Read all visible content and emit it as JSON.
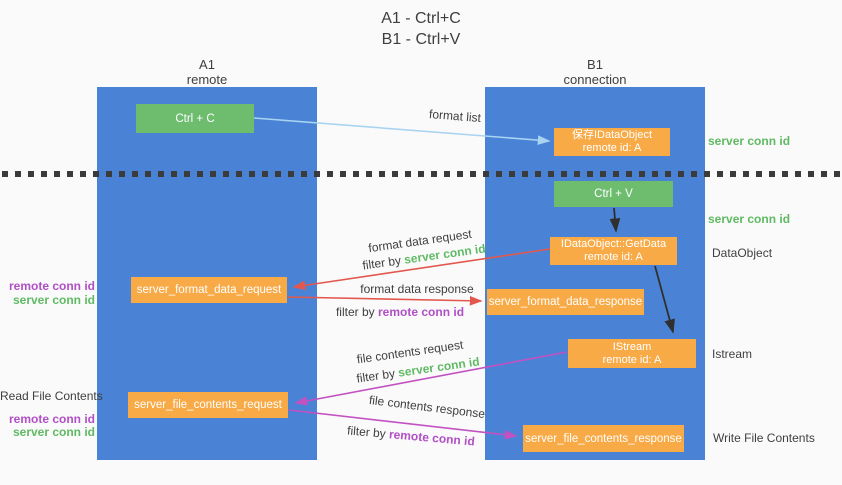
{
  "colors": {
    "background": "#fafafa",
    "lane": "#4a83d5",
    "green_box": "#6ebd6f",
    "orange_box": "#f8aa47",
    "box_text": "#ffffff",
    "text_dark": "#3f3f3f",
    "green_text": "#5fba63",
    "purple_text": "#b14fc6",
    "arrow_blue": "#a9d4f1",
    "arrow_black": "#2f2f2f",
    "arrow_red": "#e2584e",
    "arrow_magenta": "#c251c2",
    "divider": "#3b3b3b"
  },
  "title": {
    "line1": "A1 - Ctrl+C",
    "line2": "B1 - Ctrl+V"
  },
  "lanes": {
    "left": {
      "name": "A1",
      "role": "remote"
    },
    "right": {
      "name": "B1",
      "role": "connection"
    }
  },
  "nodes": {
    "ctrl_c": {
      "label": "Ctrl + C"
    },
    "save_idataobject": {
      "line1": "保存IDataObject",
      "line2": "remote id: A"
    },
    "ctrl_v": {
      "label": "Ctrl + V"
    },
    "idataobject_getdata": {
      "line1": "IDataObject::GetData",
      "line2": "remote id: A"
    },
    "server_format_data_request": {
      "label": "server_format_data_request"
    },
    "server_format_data_response": {
      "label": "server_format_data_response"
    },
    "istream": {
      "line1": "IStream",
      "line2": "remote id: A"
    },
    "server_file_contents_request": {
      "label": "server_file_contents_request"
    },
    "server_file_contents_response": {
      "label": "server_file_contents_response"
    }
  },
  "edges": {
    "format_list": {
      "label": "format list"
    },
    "format_data_request": {
      "label": "format data request",
      "filter_prefix": "filter by",
      "filter_key": "server conn id"
    },
    "format_data_response": {
      "label": "format data response",
      "filter_prefix": "filter by",
      "filter_key": "remote conn id"
    },
    "file_contents_request": {
      "label": "file contents request",
      "filter_prefix": "filter by",
      "filter_key": "server conn id"
    },
    "file_contents_response": {
      "label": "file contents response",
      "filter_prefix": "filter by",
      "filter_key": "remote conn id"
    }
  },
  "side_labels": {
    "right_server_conn_id_top": "server conn id",
    "right_server_conn_id_mid": "server conn id",
    "right_dataobject": "DataObject",
    "right_istream": "Istream",
    "right_write_file_contents": "Write File Contents",
    "left_remote_conn_id_1": "remote conn id",
    "left_server_conn_id_1": "server conn id",
    "left_read_file_contents": "Read File Contents",
    "left_remote_conn_id_2": "remote conn id",
    "left_server_conn_id_2": "server conn id"
  }
}
